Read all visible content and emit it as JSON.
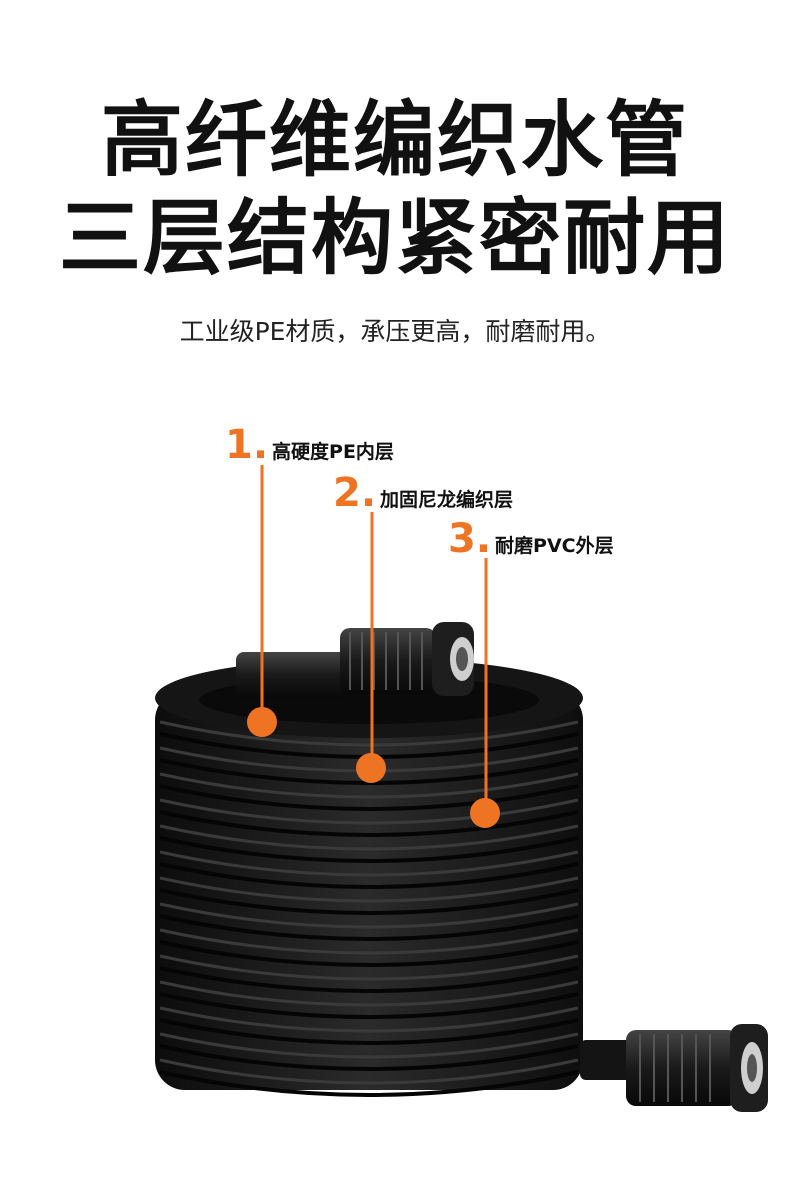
{
  "headline": {
    "line1": "高纤维编织水管",
    "line2": "三层结构紧密耐用"
  },
  "subtitle": "工业级PE材质，承压更高，耐磨耐用。",
  "callouts": [
    {
      "number": "1.",
      "label": "高硬度PE内层"
    },
    {
      "number": "2.",
      "label": "加固尼龙编织层"
    },
    {
      "number": "3.",
      "label": "耐磨PVC外层"
    }
  ],
  "colors": {
    "accent": "#ee7322",
    "hose": "#1c1c1c",
    "text": "#111111"
  },
  "image": {
    "subject": "hose-coil-with-fittings"
  }
}
